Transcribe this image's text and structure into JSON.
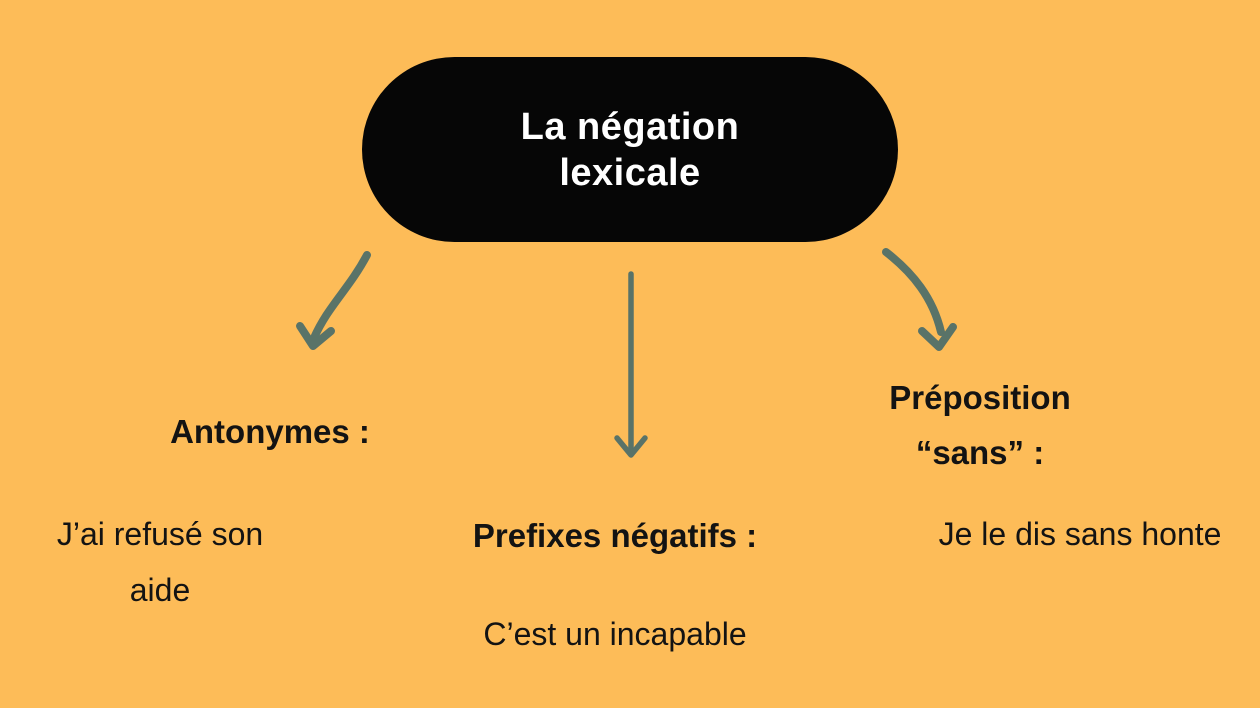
{
  "colors": {
    "background": "#FDBC58",
    "pill_bg": "#060606",
    "pill_text": "#FFFFFF",
    "text": "#131313",
    "arrow": "#597368"
  },
  "root": {
    "title": "La négation lexicale",
    "title_lines": [
      "La négation",
      "lexicale"
    ]
  },
  "branches": [
    {
      "id": "antonymes",
      "heading": "Antonymes :",
      "heading_lines": [
        "Antonymes :"
      ],
      "example": "J’ai refusé son aide",
      "example_lines": [
        "J’ai refusé son",
        "aide"
      ]
    },
    {
      "id": "prefixes",
      "heading": "Prefixes négatifs :",
      "heading_lines": [
        "Prefixes négatifs :"
      ],
      "example": "C’est un incapable",
      "example_lines": [
        "C’est un incapable"
      ]
    },
    {
      "id": "preposition",
      "heading": "Préposition “sans” :",
      "heading_lines": [
        "Préposition",
        "“sans” :"
      ],
      "example": "Je le dis sans honte",
      "example_lines": [
        "Je le dis sans honte"
      ]
    }
  ]
}
